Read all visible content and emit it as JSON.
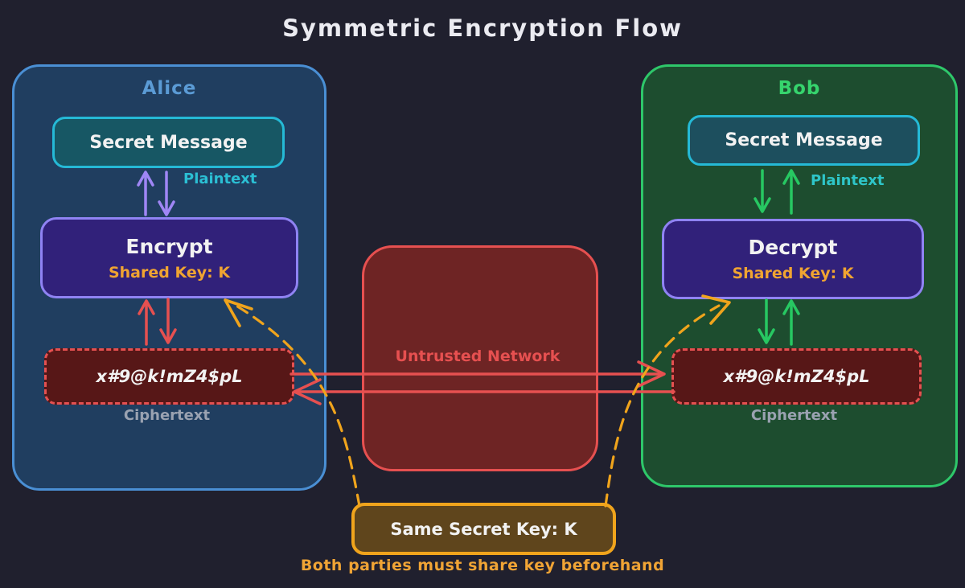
{
  "title": "Symmetric Encryption Flow",
  "alice": {
    "label": "Alice",
    "secret_message": "Secret Message",
    "plaintext_label": "Plaintext",
    "process_label": "Encrypt",
    "shared_key_label": "Shared Key: K",
    "ciphertext_value": "x#9@k!mZ4$pL",
    "ciphertext_label": "Ciphertext"
  },
  "bob": {
    "label": "Bob",
    "secret_message": "Secret Message",
    "plaintext_label": "Plaintext",
    "process_label": "Decrypt",
    "shared_key_label": "Shared Key: K",
    "ciphertext_value": "x#9@k!mZ4$pL",
    "ciphertext_label": "Ciphertext"
  },
  "network": {
    "label": "Untrusted Network"
  },
  "key_note": {
    "box_label": "Same Secret Key: K",
    "caption": "Both parties must share key beforehand"
  },
  "colors": {
    "background": "#20202e",
    "alice_border": "#4a8fd4",
    "alice_fill": "#203e60",
    "alice_label": "#5b9bd5",
    "bob_border": "#2ec76a",
    "bob_fill": "#1d4d2f",
    "bob_label": "#36d46d",
    "message_border": "#25b9d6",
    "message_fill": "#175764",
    "plaintext_text": "#2bbfd4",
    "process_border": "#8f83f3",
    "process_fill": "#31217a",
    "shared_key_text": "#f0a431",
    "arrow_purple": "#9f86f5",
    "arrow_green": "#27c862",
    "arrow_red": "#e65050",
    "cipher_fill": "#571717",
    "ciphertext_label_text": "#9aa2b1",
    "network_fill": "#6e2424",
    "network_border": "#e65050",
    "key_box_border": "#f0a41c",
    "key_box_fill": "#5f451c",
    "key_caption_text": "#f0a435"
  }
}
